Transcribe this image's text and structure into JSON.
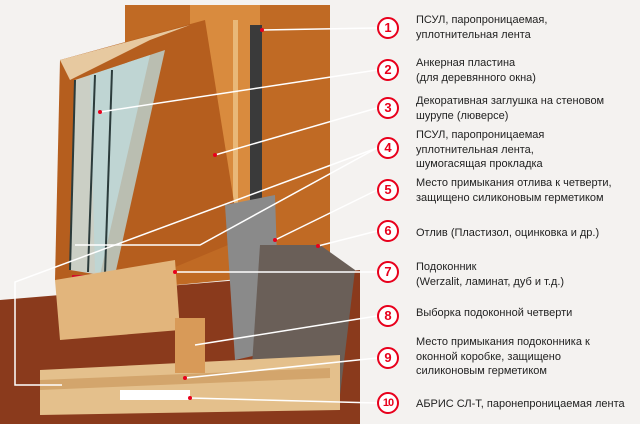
{
  "callouts": [
    {
      "number": "1",
      "text": "ПСУЛ, паропроницаемая,\nуплотнительная лента"
    },
    {
      "number": "2",
      "text": "Анкерная пластина\n(для деревянного окна)"
    },
    {
      "number": "3",
      "text": "Декоративная заглушка на стеновом\nшурупе (люверсе)"
    },
    {
      "number": "4",
      "text": "ПСУЛ, паропроницаемая\nуплотнительная лента,\nшумогасящая прокладка"
    },
    {
      "number": "5",
      "text": "Место примыкания отлива к четверти,\nзащищено силиконовым герметиком"
    },
    {
      "number": "6",
      "text": "Отлив (Пластизол, оцинковка и др.)"
    },
    {
      "number": "7",
      "text": "Подоконник\n(Werzalit, ламинат, дуб и т.д.)"
    },
    {
      "number": "8",
      "text": "Выборка подоконной четверти"
    },
    {
      "number": "9",
      "text": "Место примыкания подоконника к\nоконной коробке, защищено\nсиликоновым герметиком"
    },
    {
      "number": "10",
      "text": "АБРИС СЛ-Т, паронепроницаемая лента"
    }
  ],
  "colors": {
    "accent": "#e8001c",
    "leader": "#ffffff",
    "wood": "#c8782e"
  }
}
